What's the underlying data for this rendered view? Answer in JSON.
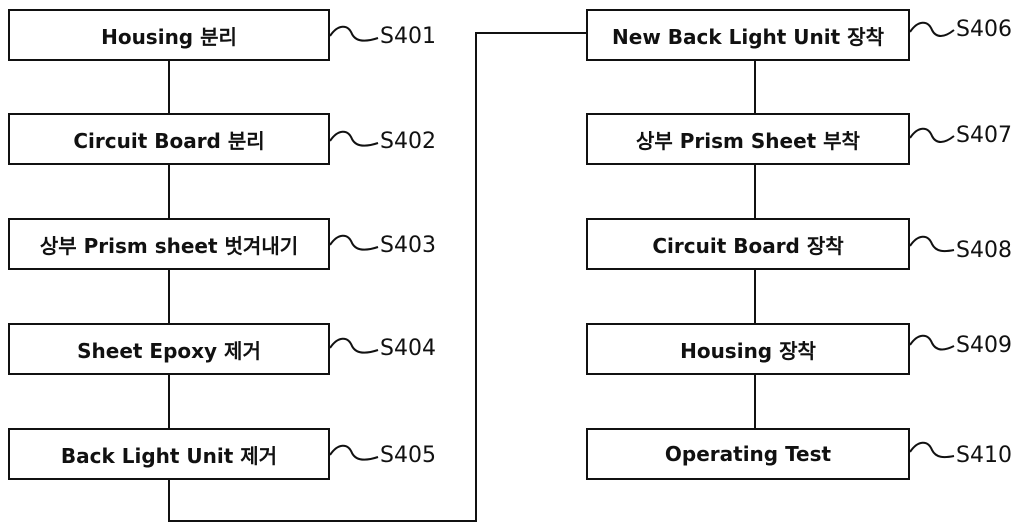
{
  "steps_left": [
    {
      "label": "Housing 분리",
      "code": "S401"
    },
    {
      "label": "Circuit Board 분리",
      "code": "S402"
    },
    {
      "label": "상부 Prism sheet 벗겨내기",
      "code": "S403"
    },
    {
      "label": "Sheet Epoxy 제거",
      "code": "S404"
    },
    {
      "label": "Back Light Unit 제거",
      "code": "S405"
    }
  ],
  "steps_right": [
    {
      "label": "New Back Light Unit 장착",
      "code": "S406"
    },
    {
      "label": "상부 Prism Sheet 부착",
      "code": "S407"
    },
    {
      "label": "Circuit Board 장착",
      "code": "S408"
    },
    {
      "label": "Housing 장착",
      "code": "S409"
    },
    {
      "label": "Operating Test",
      "code": "S410"
    }
  ],
  "colors": {
    "line": "#111111",
    "box_border": "#111111",
    "background": "#ffffff"
  }
}
